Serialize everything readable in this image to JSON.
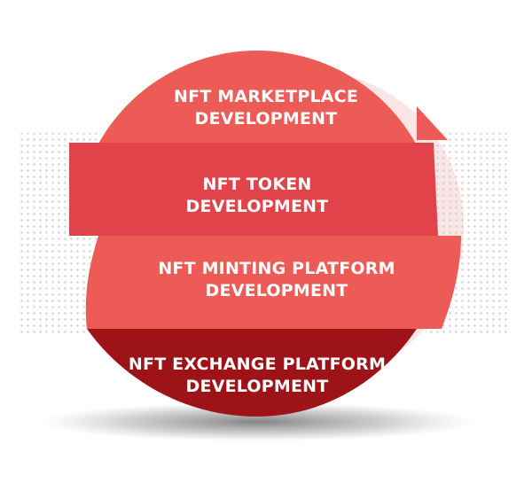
{
  "bands": [
    {
      "line1": "NFT MARKETPLACE",
      "line2": "DEVELOPMENT",
      "color": "#ec5b55"
    },
    {
      "line1": "NFT TOKEN",
      "line2": "DEVELOPMENT",
      "color": "#e0444a"
    },
    {
      "line1": "NFT MINTING PLATFORM",
      "line2": "DEVELOPMENT",
      "color": "#ec5b55"
    },
    {
      "line1": "NFT EXCHANGE PLATFORM",
      "line2": "DEVELOPMENT",
      "color": "#9e1318"
    }
  ],
  "colors": {
    "background_circle": "#fbe6e6",
    "dots": "#c9c9c9",
    "shadow": "#6b6b6b"
  }
}
